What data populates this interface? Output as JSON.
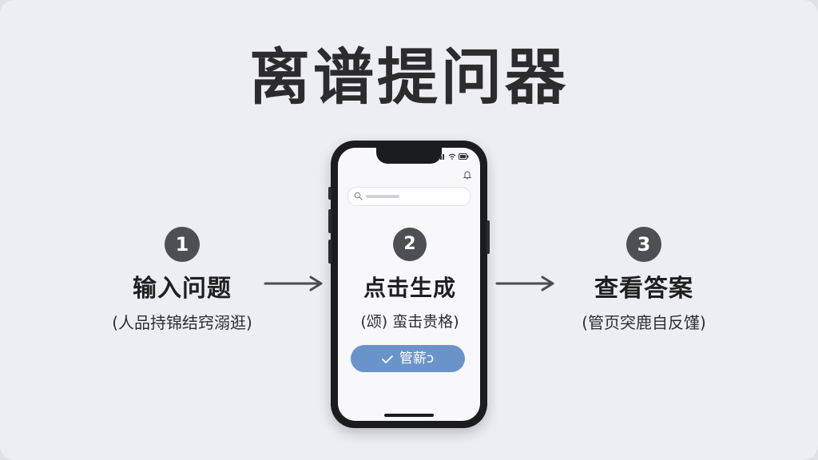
{
  "title": "离谱提问器",
  "steps": [
    {
      "number": "1",
      "label": "输入问题",
      "sub": "(人品持锦结窍溺逛)"
    },
    {
      "number": "2",
      "label": "点击生成",
      "sub": "(颂) 蛮击贵格)"
    },
    {
      "number": "3",
      "label": "查看答案",
      "sub": "(管页突鹿自反馑)"
    }
  ],
  "phone": {
    "button_label": "管薪",
    "button_suffix": "ɔ"
  },
  "colors": {
    "background": "#eceef1",
    "badge": "#4d4f53",
    "button": "#6a93c9",
    "text": "#2c2c2e"
  },
  "icons": [
    "search-icon",
    "bell-icon",
    "check-icon",
    "arrow-right-icon",
    "wifi-icon",
    "signal-icon",
    "battery-icon"
  ]
}
